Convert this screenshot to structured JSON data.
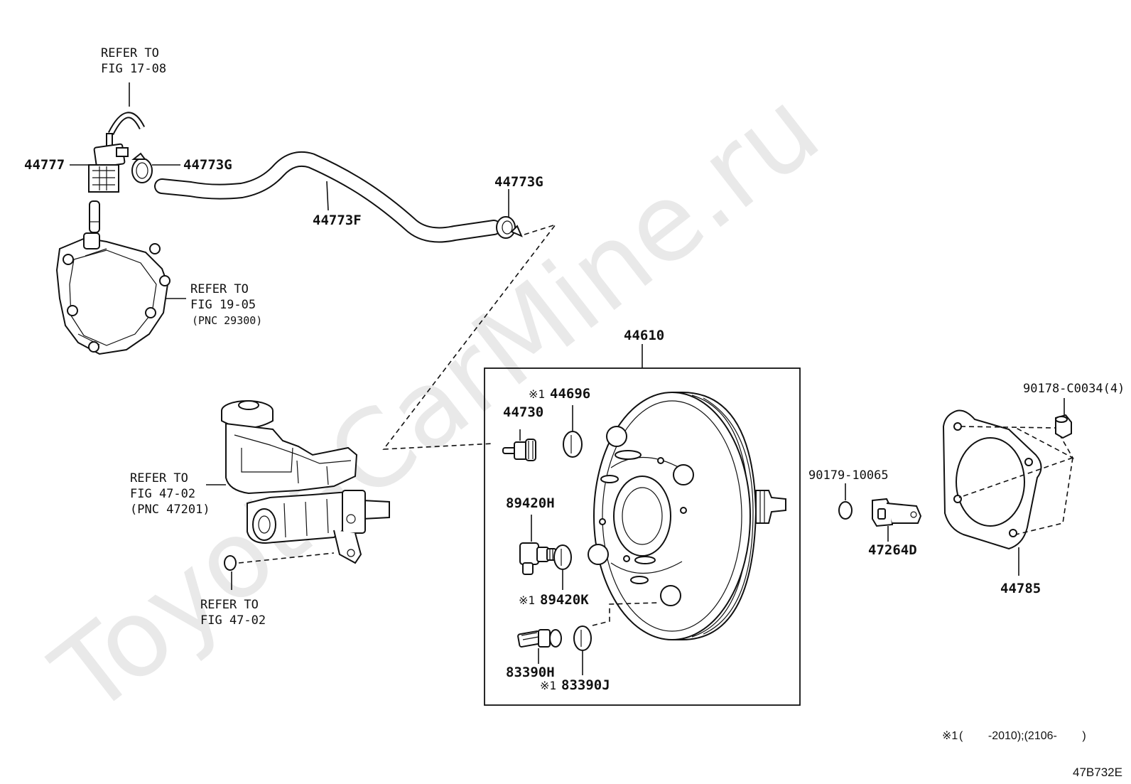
{
  "watermark": "ToyotaCarMine.ru",
  "callouts": {
    "ref_fig_17_08": [
      "REFER TO",
      "FIG 17-08"
    ],
    "ref_fig_19_05": [
      "REFER TO",
      "FIG 19-05",
      "(PNC 29300)"
    ],
    "ref_fig_47_02a": [
      "REFER TO",
      "FIG 47-02",
      "(PNC 47201)"
    ],
    "ref_fig_47_02b": [
      "REFER TO",
      "FIG 47-02"
    ]
  },
  "parts": {
    "p44777": "44777",
    "p44773G_a": "44773G",
    "p44773F": "44773F",
    "p44773G_b": "44773G",
    "p44610": "44610",
    "p44696": "44696",
    "p44730": "44730",
    "p89420H": "89420H",
    "p89420K": "89420K",
    "p83390H": "83390H",
    "p83390J": "83390J",
    "p90179": "90179-10065",
    "p47264D": "47264D",
    "p90178": "90178-C0034(4)",
    "p44785": "44785"
  },
  "mark": "※1",
  "footnote": {
    "mark": "※1",
    "text": "(        -2010);(2106-        )"
  },
  "diagram_id": "47B732E"
}
